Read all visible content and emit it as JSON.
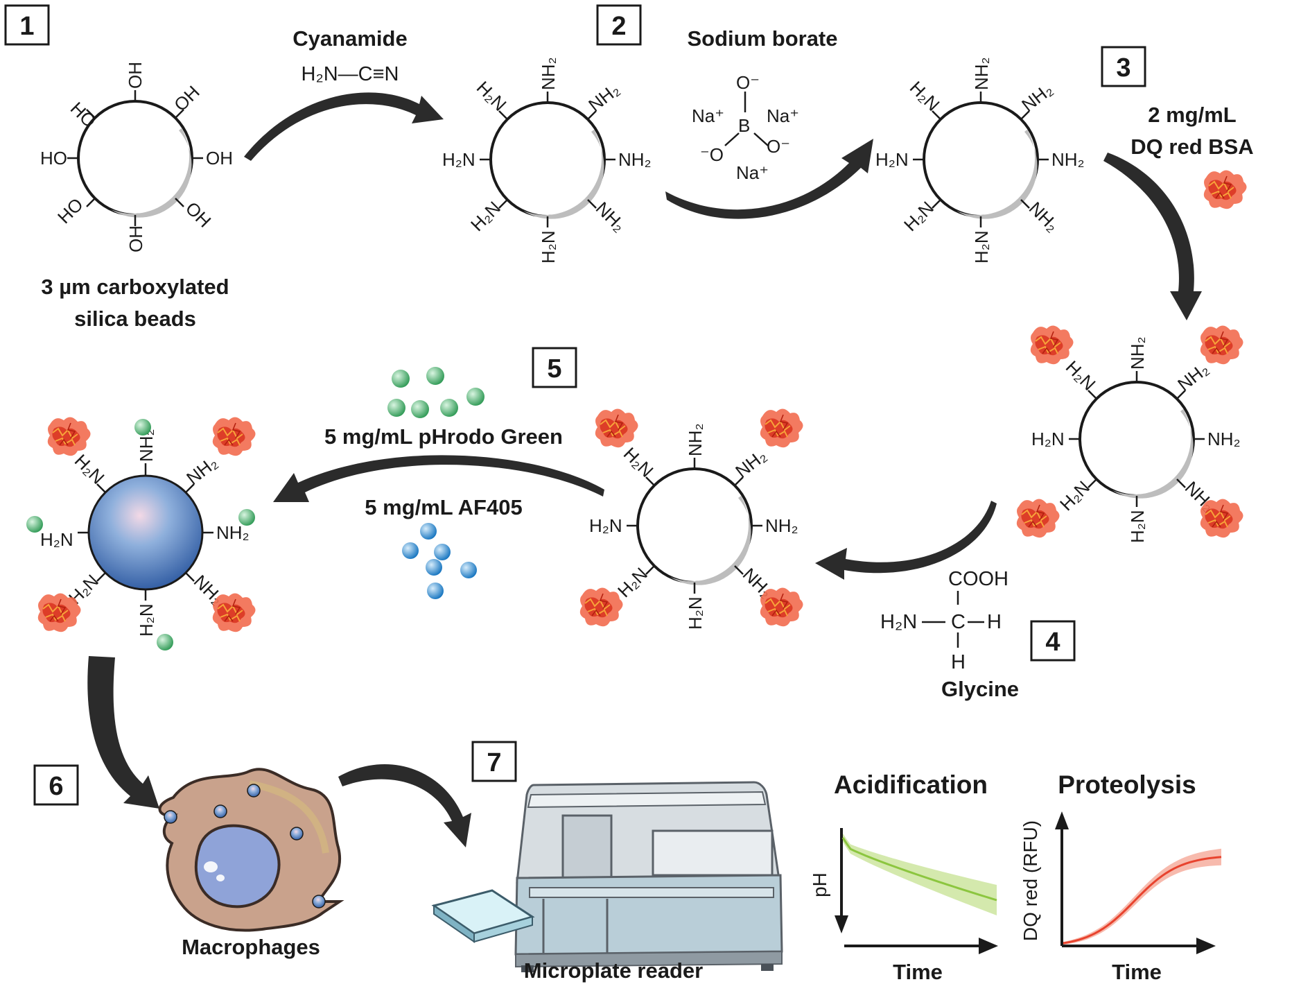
{
  "steps": [
    "1",
    "2",
    "3",
    "4",
    "5",
    "6",
    "7"
  ],
  "labels": {
    "beads": [
      "3 µm carboxylated",
      "silica beads"
    ],
    "cyanamide": "Cyanamide",
    "cyanamide_formula": "H₂N—C≡N",
    "sodium_borate": "Sodium borate",
    "dq_bsa": [
      "2 mg/mL",
      "DQ red BSA"
    ],
    "glycine": "Glycine",
    "phrodo": "5 mg/mL pHrodo Green",
    "af405": "5 mg/mL AF405",
    "macrophages": "Macrophages",
    "microplate": "Microplate reader"
  },
  "groups": {
    "oh": "OH",
    "ho": "HO",
    "nh2": "NH₂",
    "h2n": "H₂N"
  },
  "borate": {
    "na": "Na⁺",
    "o_minus": "O⁻",
    "minus_o": "⁻O",
    "b": "B"
  },
  "glycine_struct": {
    "cooh": "COOH",
    "h2n": "H₂N",
    "c": "C",
    "h": "H"
  },
  "charts": {
    "acidification": {
      "title": "Acidification",
      "ylabel": "pH",
      "xlabel": "Time",
      "color": "#8cc63f"
    },
    "proteolysis": {
      "title": "Proteolysis",
      "ylabel": "DQ red (RFU)",
      "xlabel": "Time",
      "color": "#e8432e"
    }
  },
  "colors": {
    "green_dye": "#4cb36b",
    "blue_dye": "#2a8fd6",
    "protein": "#e8432e",
    "bead_blue": "#3f73b8"
  }
}
